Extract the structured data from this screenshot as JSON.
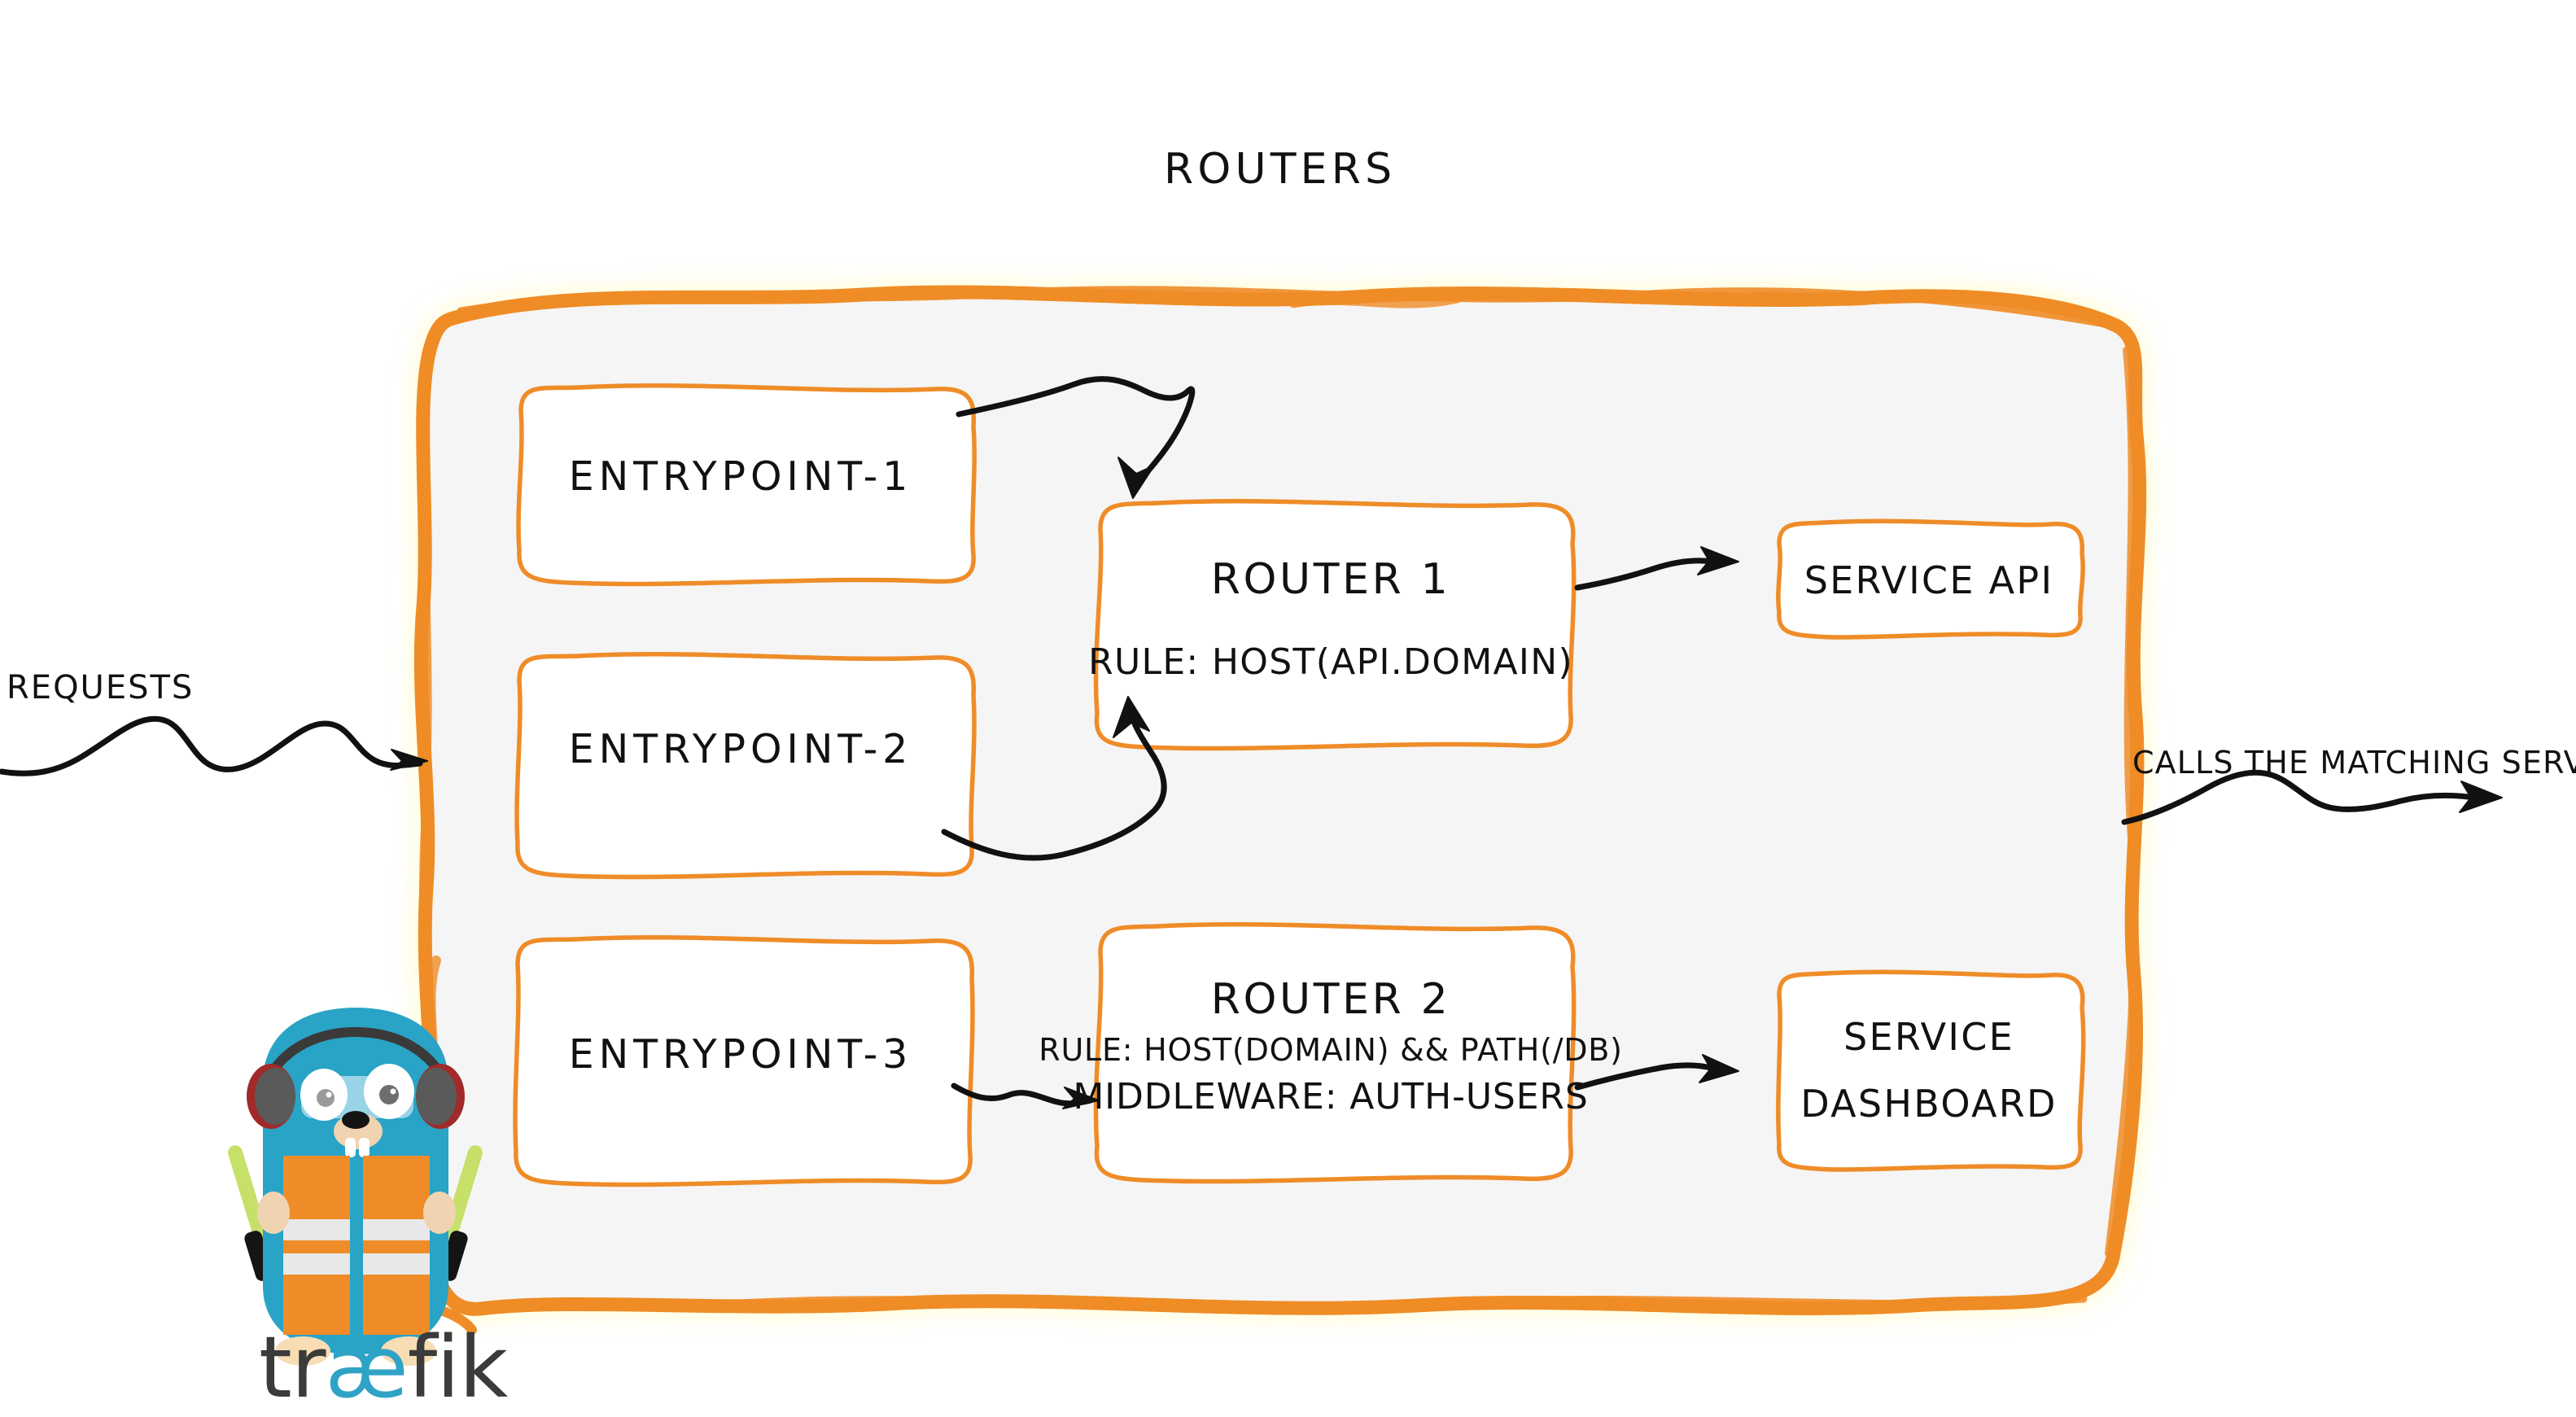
{
  "diagram": {
    "title": "Routers",
    "brand_color": "#ef8c28",
    "panel_fill": "#f5f5f5",
    "ink_color": "#111111"
  },
  "entrypoints": [
    {
      "label": "entrypoint-1"
    },
    {
      "label": "entrypoint-2"
    },
    {
      "label": "entrypoint-3"
    }
  ],
  "routers": [
    {
      "name": "Router 1",
      "rule": "rule: Host(api.domain)"
    },
    {
      "name": "Router 2",
      "rule": "rule: Host(domain) && Path(/db)",
      "middleware": "Middleware: auth-users"
    }
  ],
  "services": [
    {
      "line1": "Service API",
      "line2": ""
    },
    {
      "line1": "Service",
      "line2": "Dashboard"
    }
  ],
  "annotations": {
    "incoming": "Requests",
    "outgoing": "Calls the matching server"
  },
  "logo": {
    "word_start": "tr",
    "word_ligature": "æ",
    "word_end": "fik",
    "ligature_color": "#2fa3c6",
    "body_color": "#3b3b3b",
    "mascot_name": "traefik-gopher-mascot"
  }
}
